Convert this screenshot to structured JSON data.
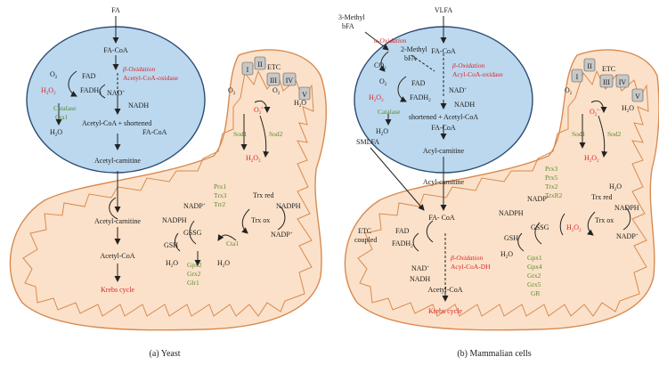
{
  "colors": {
    "mito_fill": "#fbe1c9",
    "mito_stroke": "#d88a50",
    "peroxisome_fill": "#bcd8ee",
    "peroxisome_stroke": "#2b4b73",
    "complex_fill": "#c8c8c8",
    "red_text": "#d8262c",
    "green_text": "#5a8a2e"
  },
  "yeast": {
    "caption": "(a)  Yeast",
    "fa": "FA",
    "fa_coa": "FA-CoA",
    "o2": "O",
    "o2_sub": "2",
    "fad": "FAD",
    "fadh2": "FADH",
    "fadh2_sub": "2",
    "h2o2": "H",
    "beta_ox": "β-Oxidation",
    "acyl_oxidase": "Acetyl-CoA-oxidase",
    "nad": "NAD",
    "nadh": "NADH",
    "catalase": "Catalase",
    "cta1_perox": "Cta1",
    "h2o_perox": "H",
    "acetyl_shortened": "Acetyl-CoA + shortened",
    "fa_coa2": "FA-CoA",
    "acetyl_carnitine": "Acetyl-carnitine",
    "acetyl_carnitine_mito": "Acetyl-carnitine",
    "acetyl_coa": "Acetyl-CoA",
    "krebs": "Krebs cycle",
    "complexes": [
      "I",
      "II",
      "III",
      "IV",
      "V"
    ],
    "etc": "ETC",
    "o2_etc": "O",
    "h2o_etc": "H",
    "superoxide": "O",
    "sod1": "Sod1",
    "sod2": "Sod2",
    "h2o2_mito": "H",
    "prx_list": [
      "Prx1",
      "Trx3",
      "Trr2"
    ],
    "trx_red": "Trx red",
    "trx_ox": "Trx ox",
    "nadph": "NADPH",
    "nadp": "NADP",
    "gssg": "GSSG",
    "gsh": "GSH",
    "gpx_list": [
      "Gpx2",
      "Grx2",
      "Glr1"
    ],
    "cta1_mito": "Cta1",
    "h2o_left": "H",
    "h2o_right": "H"
  },
  "mammal": {
    "caption": "(b)  Mammalian cells",
    "bfa_line1": "3-Methyl",
    "bfa_line2": "bFA",
    "vlfa": "VLFA",
    "alpha_ox": "α-Oxidation",
    "methyl_bfa_line1": "2-Methyl",
    "methyl_bfa_line2": "bFA",
    "co2": "CO",
    "fa_coa": "FA-CoA",
    "o2": "O",
    "fad": "FAD",
    "fadh2": "FADH",
    "beta_ox": "β-Oxidation",
    "acyl_oxidase": "Acyl-CoA-oxidase",
    "h2o2": "H",
    "nad": "NAD",
    "nadh": "NADH",
    "catalase": "Catalase",
    "h2o_perox": "H",
    "shortened": "shortened + Acetyl-CoA",
    "fa_coa2": "FA-CoA",
    "acyl_carnitine": "Acyl-carnitine",
    "acyl_carnitine_mito": "Acyl-carnitine",
    "smlfa": "SMLFA",
    "fa_coa_mito": "FA- CoA",
    "etc_coupled_1": "ETC",
    "etc_coupled_2": "coupled",
    "fad_mito": "FAD",
    "fadh2_mito": "FADH",
    "nad_mito": "NAD",
    "nadh_mito": "NADH",
    "beta_ox_mito": "β-Oxidation",
    "acyl_dh": "Acyl-CoA-DH",
    "acetyl_coa": "Acetyl-CoA",
    "krebs": "Krebs cycle",
    "complexes": [
      "I",
      "II",
      "III",
      "IV",
      "V"
    ],
    "etc": "ETC",
    "superoxide": "O",
    "sod1": "Sod1",
    "sod2": "Sod2",
    "h2o2_mito": "H",
    "prx_list": [
      "Prx3",
      "Prx5",
      "Trx2",
      "TrxR2"
    ],
    "trx_red": "Trx red",
    "trx_ox": "Trx ox",
    "nadph": "NADPH",
    "nadp": "NADP",
    "gssg": "GSSG",
    "gsh": "GSH",
    "gpx_list": [
      "Gpx1",
      "Gpx4",
      "Grx2",
      "Grx5",
      "GR"
    ],
    "h2o_left": "H",
    "h2o_right": "H",
    "h2o_etc": "H"
  }
}
